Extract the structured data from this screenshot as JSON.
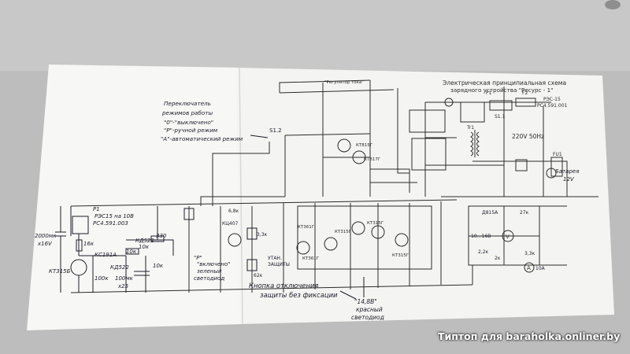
{
  "title_line1": "Электрическая принципиальная схема",
  "title_line2": "зарядного устройства \"Ресурс - 1\"",
  "switch_note": [
    "Переключатель",
    "режимов работы",
    "\"0\"-\"выключено\"",
    "\"Р\"-ручной режим",
    "\"А\"-автоматический режим"
  ],
  "switch_label": "S1.2",
  "regulator_label": "\"Регулятор тока\"",
  "mains_label": "220V 50Hz",
  "battery_label": [
    "Батарея",
    "12V"
  ],
  "relay_right": [
    "РЭС-15",
    "РС4.591.001"
  ],
  "relay_left": [
    "Р1",
    "РЭС15 на 10В",
    "РС4.591.003"
  ],
  "cap_left": [
    "2000мк",
    "х16V"
  ],
  "left_parts": [
    "КТ315Б",
    "КС191А",
    "КД522",
    "КД522",
    "16к",
    "10к",
    "10к",
    "330",
    "100к",
    "100мк",
    "х25",
    "10к"
  ],
  "green_led_label": [
    "\"Р\"",
    "\"включено\"",
    "зеленый",
    "светодиод"
  ],
  "mid_labels": [
    "6,8к",
    "КЦ407",
    "3,3к",
    "УТАН.",
    "ЗАЩИТЫ",
    "62к"
  ],
  "button_note": [
    "Кнопка отключения",
    "защиты без фиксации"
  ],
  "red_led_label": [
    "\"14,8В\"",
    "красный",
    "светодиод"
  ],
  "transistors": [
    "КТ361Г",
    "КТ315Г",
    "КТ315Г",
    "КТ361Г",
    "КТ315Г",
    "КТ815Г",
    "КТ817Г"
  ],
  "right_lower": [
    "Д815А",
    "27к",
    "10…16В",
    "2,2к",
    "2к",
    "3,3к",
    "10А"
  ],
  "meters": {
    "voltmeter": "V",
    "ammeter": "A"
  },
  "fuses": [
    "F1",
    "F2",
    "FU1"
  ],
  "transformer": "Tr1",
  "switch_s11": "S1.1",
  "watermark": "Типтоп для baraholka.onliner.by",
  "colors": {
    "paper": "#f6f6f4",
    "background": "#bdbdbd",
    "ink": "#2b2b2b",
    "pen": "#1c1c2a"
  }
}
